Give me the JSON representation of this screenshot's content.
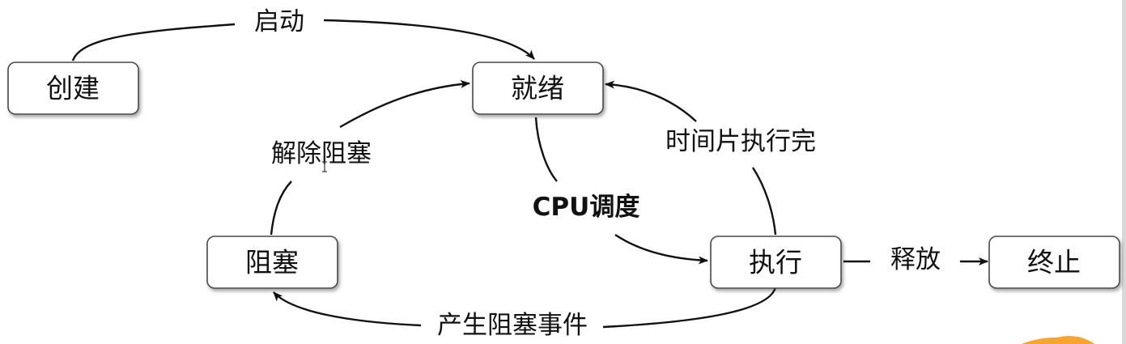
{
  "nodes": {
    "create": "创建",
    "ready": "就绪",
    "blocked": "阻塞",
    "running": "执行",
    "terminated": "终止"
  },
  "edges": {
    "start": "启动",
    "unblock": "解除阻塞",
    "cpu_schedule": "CPU调度",
    "time_slice_done": "时间片执行完",
    "release": "释放",
    "block_event": "产生阻塞事件"
  },
  "colors": {
    "box_border": "#4a4a4a",
    "text": "#111111",
    "accent_orange": "#f6a630"
  }
}
